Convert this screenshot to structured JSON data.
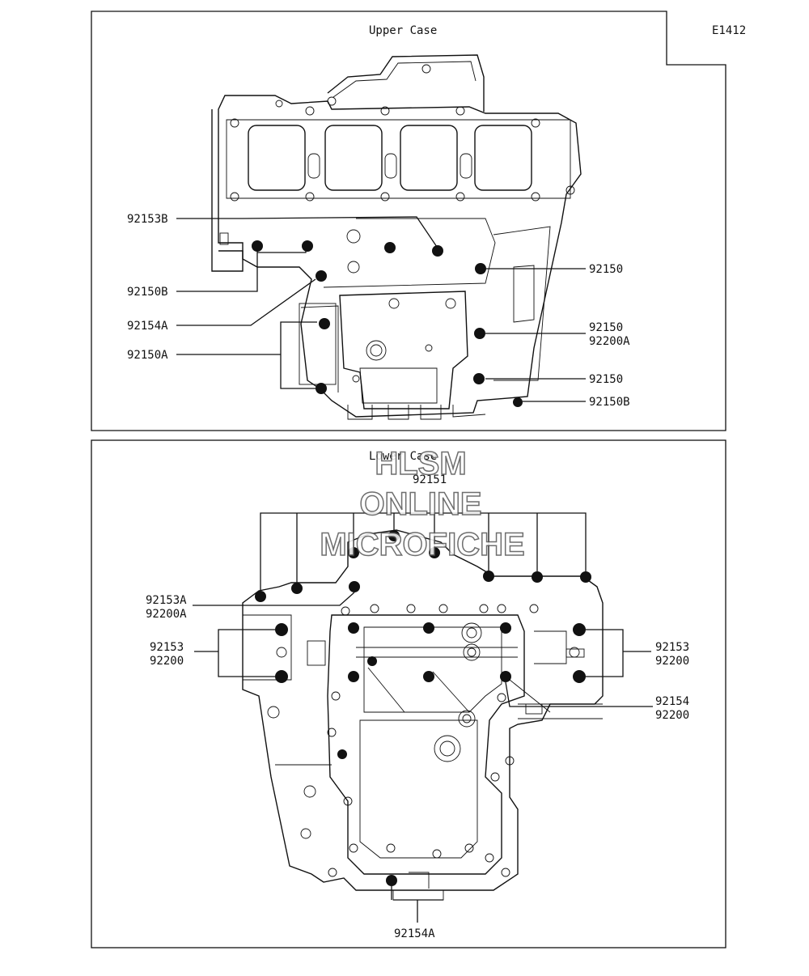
{
  "diagram_code": "E1412",
  "panels": {
    "upper": {
      "title": "Upper Case"
    },
    "lower": {
      "title": "Lower Case"
    }
  },
  "watermark": [
    "HLSM",
    "ONLINE",
    "MICROFICHE"
  ],
  "upper_labels": {
    "p92153B": "92153B",
    "p92150B_left": "92150B",
    "p92154A": "92154A",
    "p92150A": "92150A",
    "p92150_a": "92150",
    "p92150_b": "92150",
    "p92200A_b": "92200A",
    "p92150_c": "92150",
    "p92150B_right": "92150B"
  },
  "lower_labels": {
    "p92151": "92151",
    "p92153A": "92153A",
    "p92200A": "92200A",
    "p92153_left": "92153",
    "p92200_left": "92200",
    "p92153_right": "92153",
    "p92200_right": "92200",
    "p92154": "92154",
    "p92200_right2": "92200",
    "p92154A_bottom": "92154A"
  }
}
